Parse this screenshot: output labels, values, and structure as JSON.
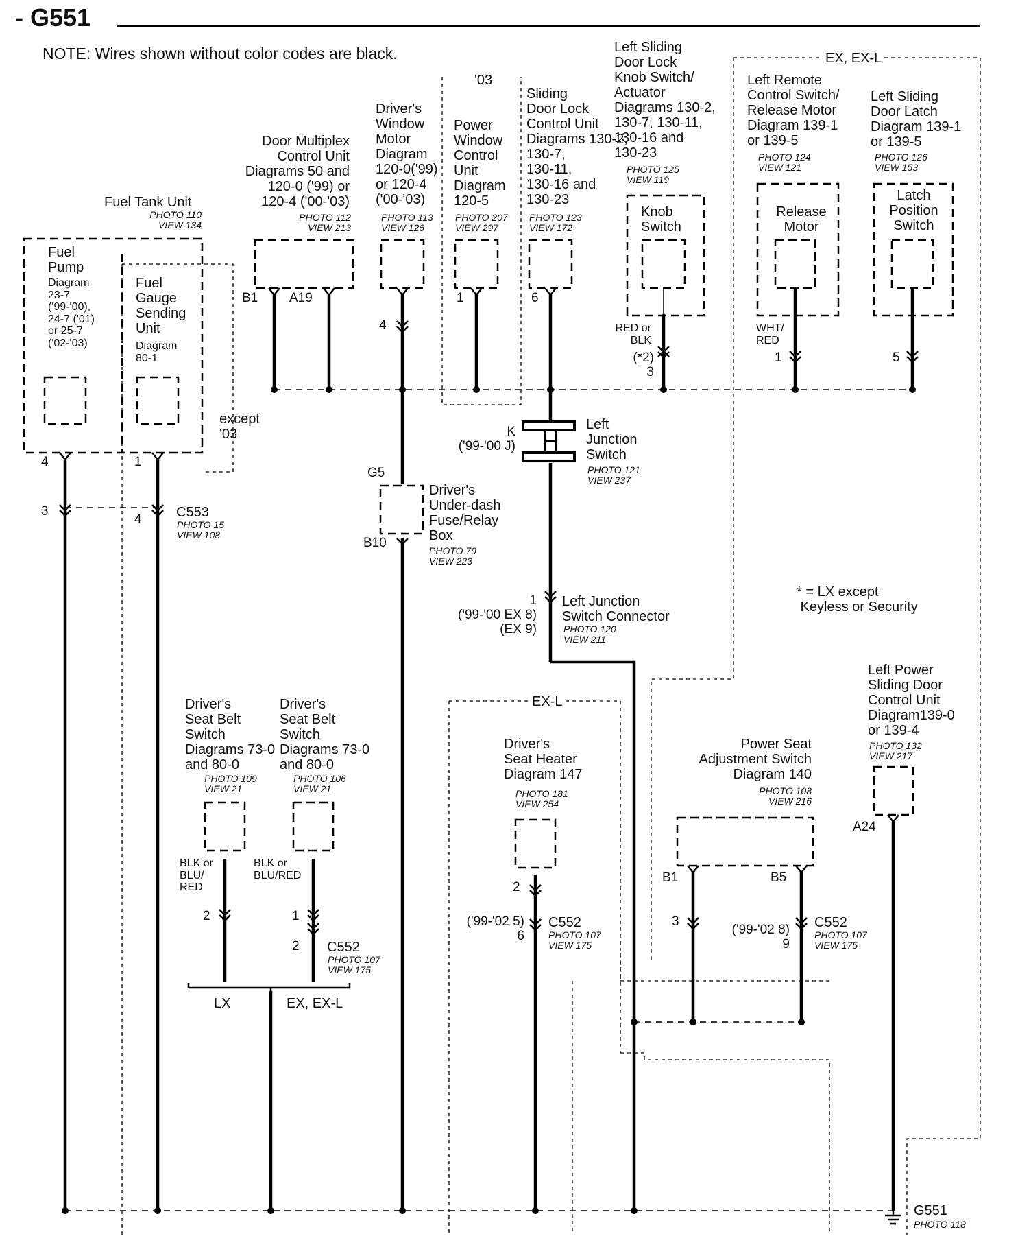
{
  "header": {
    "title": "- G551",
    "note": "NOTE: Wires shown without color codes are black."
  },
  "groups": {
    "ex_exl_top": "EX, EX-L",
    "y03": "'03",
    "exl_mid": "EX-L",
    "except03": "except\n'03"
  },
  "footnote": "* = LX except\n Keyless or Security",
  "components": {
    "fuel_tank": {
      "name": "Fuel Tank Unit",
      "photo": "PHOTO 110\nVIEW 134"
    },
    "fuel_pump": {
      "name": "Fuel\nPump",
      "diagram": "Diagram\n23-7\n('99-'00),\n24-7 ('01)\nor 25-7\n('02-'03)"
    },
    "fuel_gauge": {
      "name": "Fuel\nGauge\nSending\nUnit",
      "diagram": "Diagram\n80-1"
    },
    "door_mux": {
      "name": "Door Multiplex\nControl Unit\nDiagrams 50 and\n120-0 ('99) or\n120-4 ('00-'03)",
      "photo": "PHOTO 112\nVIEW 213"
    },
    "win_motor": {
      "name": "Driver's\nWindow\nMotor\nDiagram\n120-0('99)\nor 120-4\n('00-'03)",
      "photo": "PHOTO 113\nVIEW 126"
    },
    "pw_ctrl": {
      "name": "Power\nWindow\nControl\nUnit\nDiagram\n120-5",
      "photo": "PHOTO 207\nVIEW 297"
    },
    "sliding_ctrl": {
      "name": "Sliding\nDoor Lock\nControl Unit\nDiagrams 130-2,\n130-7,\n130-11,\n130-16 and\n130-23",
      "photo": "PHOTO 123\nVIEW 172"
    },
    "knob_actuator": {
      "name": "Left Sliding\nDoor Lock\nKnob Switch/\nActuator\nDiagrams 130-2,\n130-7, 130-11,\n130-16 and\n130-23",
      "photo": "PHOTO 125\nVIEW 119",
      "inner": "Knob\nSwitch"
    },
    "remote_release": {
      "name": "Left Remote\nControl Switch/\nRelease Motor\nDiagram 139-1\nor 139-5",
      "photo": "PHOTO 124\nVIEW 121",
      "inner": "Release\nMotor"
    },
    "door_latch": {
      "name": "Left Sliding\nDoor Latch\nDiagram 139-1\nor 139-5",
      "photo": "PHOTO 126\nVIEW 153",
      "inner": "Latch\nPosition\nSwitch"
    },
    "junction": {
      "name": "Left\nJunction\nSwitch",
      "photo": "PHOTO 121\nVIEW 237"
    },
    "fuse_box": {
      "name": "Driver's\nUnder-dash\nFuse/Relay\nBox",
      "photo": "PHOTO 79\nVIEW 223"
    },
    "junction_conn": {
      "name": "Left Junction\nSwitch Connector",
      "photo": "PHOTO 120\nVIEW 211"
    },
    "c553": {
      "name": "C553",
      "photo": "PHOTO 15\nVIEW 108"
    },
    "belt_lx": {
      "name": "Driver's\nSeat Belt\nSwitch\nDiagrams 73-0\nand 80-0",
      "photo": "PHOTO 109\nVIEW 21",
      "wire": "BLK or\nBLU/\nRED"
    },
    "belt_ex": {
      "name": "Driver's\nSeat Belt\nSwitch\nDiagrams 73-0\nand 80-0",
      "photo": "PHOTO 106\nVIEW 21",
      "wire": "BLK or\nBLU/RED"
    },
    "seat_heater": {
      "name": "Driver's\nSeat Heater\nDiagram 147",
      "photo": "PHOTO 181\nVIEW 254"
    },
    "power_seat": {
      "name": "Power Seat\nAdjustment Switch\nDiagram 140",
      "photo": "PHOTO 108\nVIEW 216"
    },
    "power_sliding": {
      "name": "Left Power\nSliding Door\nControl Unit\nDiagram139-0\nor 139-4",
      "photo": "PHOTO 132\nVIEW 217"
    },
    "c552": {
      "name": "C552",
      "photo": "PHOTO 107\nVIEW 175"
    },
    "ground": {
      "name": "G551",
      "photo": "PHOTO 118"
    }
  },
  "pins": {
    "b1": "B1",
    "a19": "A19",
    "p4w": "4",
    "p1pw": "1",
    "p6s": "6",
    "knob_wire": "RED or\nBLK",
    "knob_pin": "(*2)\n3",
    "rel_wire": "WHT/\nRED",
    "rel_pin": "1",
    "latch_pin": "5",
    "pump4": "4",
    "gauge1": "1",
    "c553_3": "3",
    "c553_4": "4",
    "k": "K\n('99-'00 J)",
    "g5": "G5",
    "b10": "B10",
    "jc1": "1\n('99-'00 EX 8)\n(EX 9)",
    "belt_lx2": "2",
    "belt_ex1": "1",
    "belt_ex2": "2",
    "lx": "LX",
    "exexl": "EX, EX-L",
    "heat2": "2",
    "heat_c": "('99-'02 5)\n6",
    "ps_b1": "B1",
    "ps_b5": "B5",
    "ps3": "3",
    "ps_c": "('99-'02 8)\n9",
    "a24": "A24"
  }
}
